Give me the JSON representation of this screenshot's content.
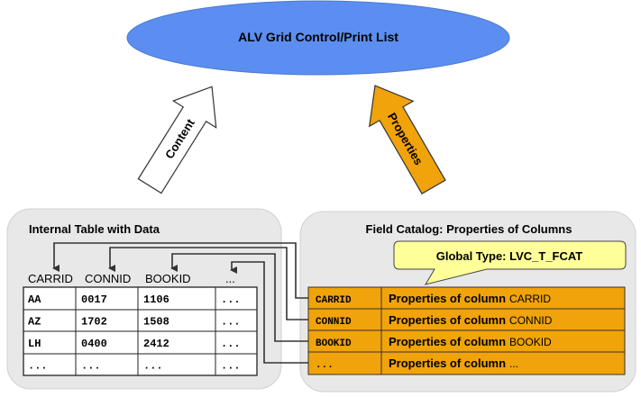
{
  "target": {
    "label": "ALV Grid Control/Print List",
    "color": "#5b8ef0"
  },
  "arrows": {
    "content": {
      "label": "Content",
      "color": "#ffffff"
    },
    "properties": {
      "label": "Properties",
      "color": "#f0a30a"
    }
  },
  "internal_table": {
    "title": "Internal Table with Data",
    "columns": [
      "CARRID",
      "CONNID",
      "BOOKID",
      "..."
    ],
    "rows": [
      [
        "AA",
        "0017",
        "1106",
        "..."
      ],
      [
        "AZ",
        "1702",
        "1508",
        "..."
      ],
      [
        "LH",
        "0400",
        "2412",
        "..."
      ],
      [
        "...",
        "...",
        "...",
        "..."
      ]
    ]
  },
  "field_catalog": {
    "title": "Field Catalog: Properties of Columns",
    "callout": "Global Type: LVC_T_FCAT",
    "rows": [
      {
        "field": "CARRID",
        "prefix": "Properties of column",
        "suffix": "CARRID"
      },
      {
        "field": "CONNID",
        "prefix": "Properties of column",
        "suffix": "CONNID"
      },
      {
        "field": "BOOKID",
        "prefix": "Properties of column",
        "suffix": "BOOKID"
      },
      {
        "field": "...",
        "prefix": "Properties of column",
        "suffix": "..."
      }
    ],
    "color": "#f0a30a"
  }
}
